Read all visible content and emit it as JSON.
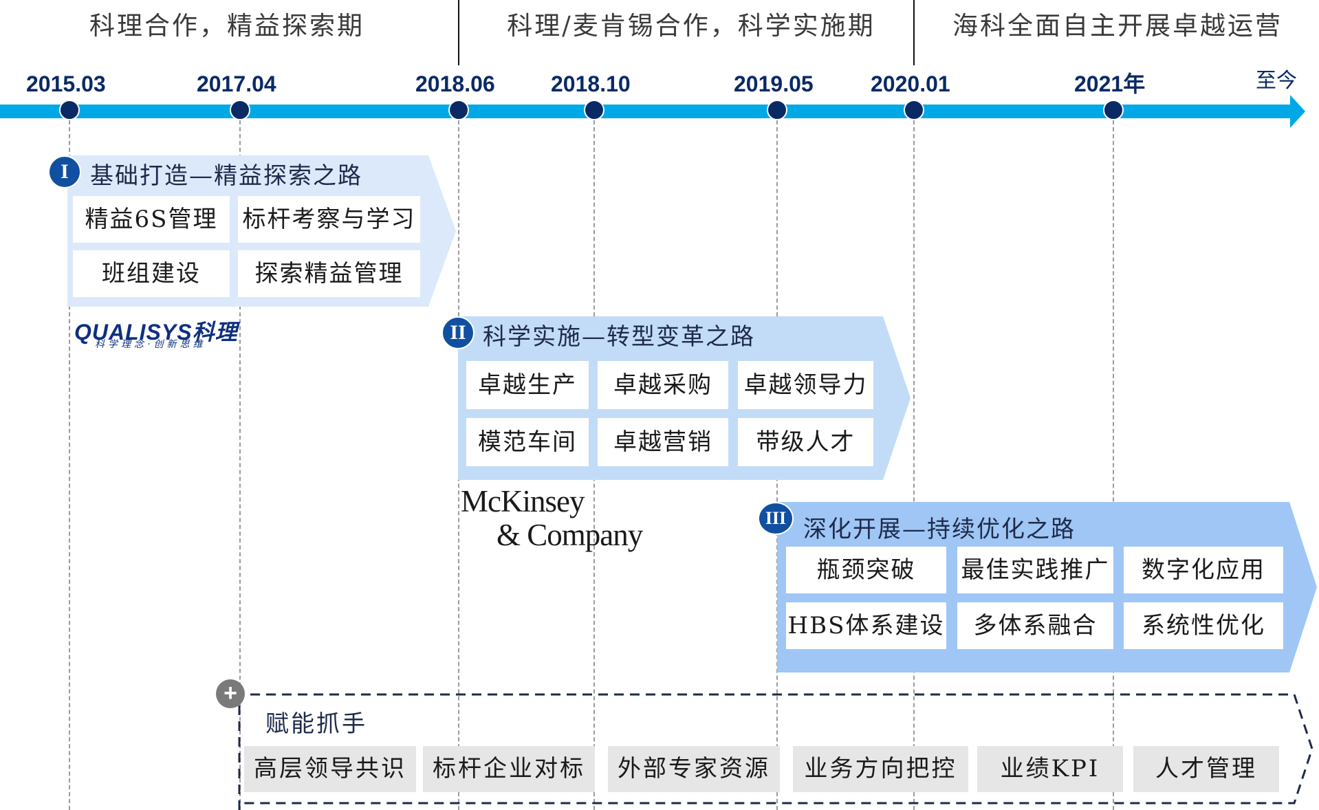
{
  "phases": [
    {
      "label": "科理合作，精益探索期"
    },
    {
      "label": "科理/麦肯锡合作，科学实施期"
    },
    {
      "label": "海科全面自主开展卓越运营"
    }
  ],
  "timeline": {
    "dates": [
      "2015.03",
      "2017.04",
      "2018.06",
      "2018.10",
      "2019.05",
      "2020.01"
    ],
    "date_2021": "2021",
    "date_2021_suffix": "年",
    "end_label": "至今",
    "color": "#00a8e6",
    "dot_color": "#0a2a66"
  },
  "stages": [
    {
      "numeral": "I",
      "title": "基础打造—精益探索之路",
      "cells": [
        "精益6S管理",
        "标杆考察与学习",
        "班组建设",
        "探索精益管理"
      ],
      "fill": "#dce9fb"
    },
    {
      "numeral": "II",
      "title": "科学实施—转型变革之路",
      "cells": [
        "卓越生产",
        "卓越采购",
        "卓越领导力",
        "模范车间",
        "卓越营销",
        "带级人才"
      ],
      "fill": "#c2dcf8"
    },
    {
      "numeral": "III",
      "title": "深化开展—持续优化之路",
      "cells": [
        "瓶颈突破",
        "最佳实践推广",
        "数字化应用",
        "HBS体系建设",
        "多体系融合",
        "系统性优化"
      ],
      "fill": "#9fc6f5"
    }
  ],
  "logos": {
    "qualisys": "QUALISYS科理",
    "qualisys_tagline": "科学理念·创新思维",
    "mckinsey_line1": "McKinsey",
    "mckinsey_line2": "& Company"
  },
  "enablers": {
    "icon": "plus-icon",
    "symbol": "+",
    "title": "赋能抓手",
    "items": [
      "高层领导共识",
      "标杆企业对标",
      "外部专家资源",
      "业务方向把控",
      "业绩KPI",
      "人才管理"
    ]
  }
}
